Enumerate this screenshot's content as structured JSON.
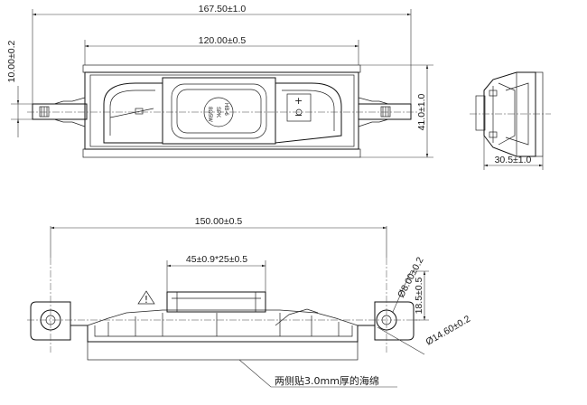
{
  "dimensions": {
    "overall_length": "167.50±1.0",
    "inner_length": "120.00±0.5",
    "height_left": "10.00±0.2",
    "width_right": "41.0±1.0",
    "side_depth": "30.5±1.0",
    "mount_span": "150.00±0.5",
    "driver_size": "45±0.9*25±0.5",
    "hole_diameter": "Ø8.00±0.2",
    "hole_height": "18.5±0.5",
    "boss_diameter": "Ø14.60±0.2"
  },
  "notes": {
    "foam_note": "两侧贴3.0mm厚的海绵",
    "warning_symbol": "!"
  },
  "terminal_labels": {
    "plus": "+",
    "minus": "−"
  },
  "colors": {
    "line": "#111111",
    "foam_fill": "#f2f2f2",
    "background": "#ffffff"
  }
}
